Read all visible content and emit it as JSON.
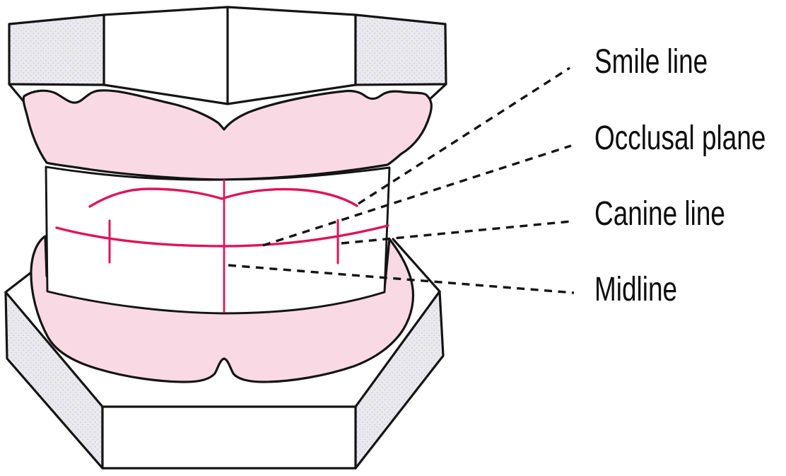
{
  "figure": {
    "annotations": [
      {
        "id": "smile-line",
        "label": "Smile line"
      },
      {
        "id": "occlusal-plane",
        "label": "Occlusal plane"
      },
      {
        "id": "canine-line",
        "label": "Canine line"
      },
      {
        "id": "midline",
        "label": "Midline"
      }
    ],
    "colors": {
      "marking_red": "#de145a",
      "gum_pink": "#f9dae4",
      "cast_gray": "#e9e9ee",
      "cast_gray_dot": "#ccccdb",
      "outline_black": "#141414"
    }
  }
}
